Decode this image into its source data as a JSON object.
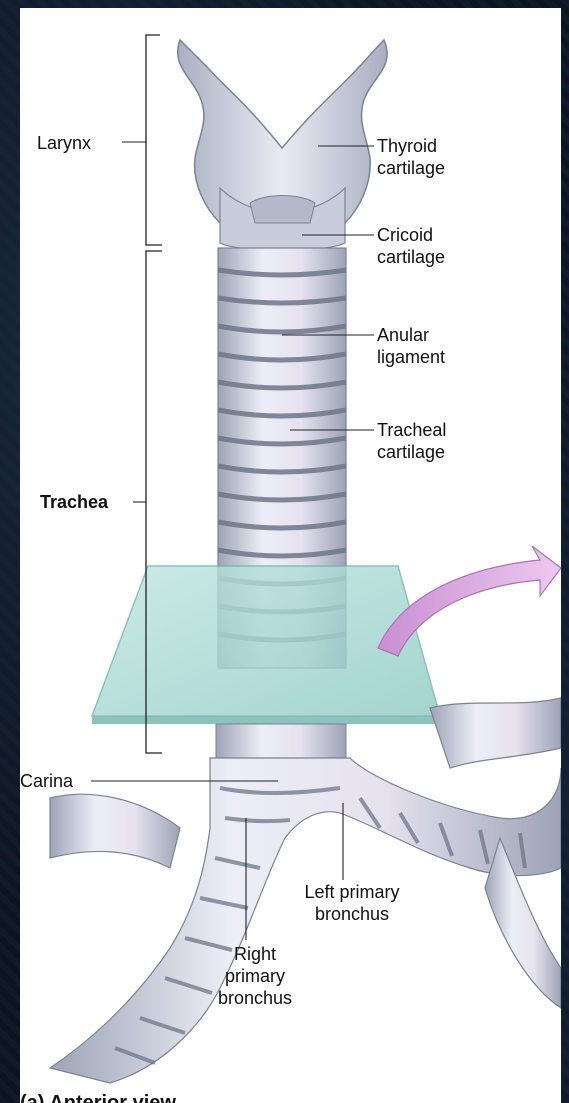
{
  "labels": {
    "larynx": "Larynx",
    "thyroid_cartilage": [
      "Thyroid",
      "cartilage"
    ],
    "cricoid_cartilage": [
      "Cricoid",
      "cartilage"
    ],
    "anular_ligament": [
      "Anular",
      "ligament"
    ],
    "tracheal_cartilage": [
      "Tracheal",
      "cartilage"
    ],
    "trachea": "Trachea",
    "carina": "Carina",
    "left_primary_bronchus": [
      "Left primary",
      "bronchus"
    ],
    "right_primary_bronchus": [
      "Right",
      "primary",
      "bronchus"
    ]
  },
  "caption": "(a) Anterior view",
  "colors": {
    "background": "#0e1622",
    "panel": "#ffffff",
    "cartilage": "#d6d9e6",
    "ligament": "#8f96a8",
    "plane": "#9fd3cf",
    "arrow": "#d7a6dd"
  }
}
